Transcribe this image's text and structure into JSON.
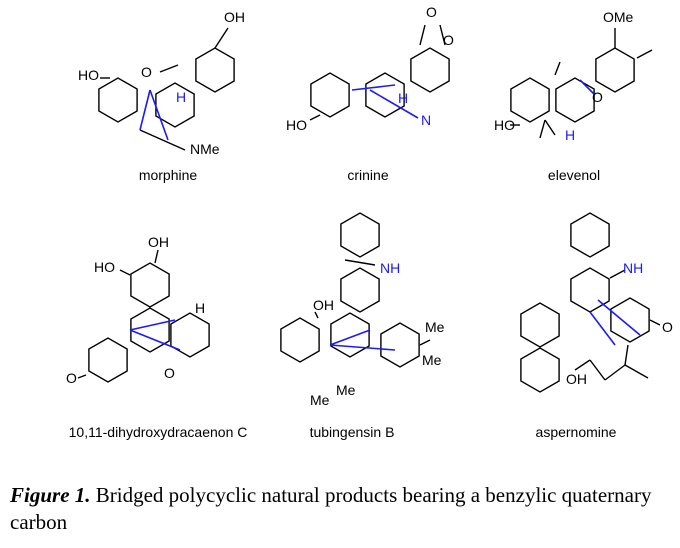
{
  "molecules": [
    {
      "name": "morphine",
      "atoms": [
        "OH",
        "O",
        "HO",
        "H",
        "NMe"
      ]
    },
    {
      "name": "crinine",
      "atoms": [
        "O",
        "O",
        "HO",
        "H",
        "N"
      ]
    },
    {
      "name": "elevenol",
      "atoms": [
        "OMe",
        "O",
        "HO",
        "H"
      ]
    },
    {
      "name": "10,11-dihydroxydracaenon C",
      "atoms": [
        "OH",
        "HO",
        "H",
        "O",
        "O"
      ]
    },
    {
      "name": "tubingensin B",
      "atoms": [
        "NH",
        "OH",
        "Me",
        "Me"
      ]
    },
    {
      "name": "aspernomine",
      "atoms": [
        "NH",
        "O",
        "OH"
      ]
    }
  ],
  "caption": {
    "label": "Figure 1.",
    "text": " Bridged polycyclic natural products bearing a benzylic quaternary carbon"
  },
  "colors": {
    "bond": "#000000",
    "highlight": "#1a1aff"
  }
}
